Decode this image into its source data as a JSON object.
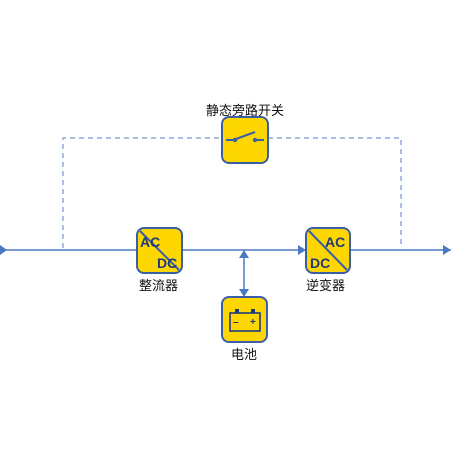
{
  "labels": {
    "bypass_switch": "静态旁路开关",
    "rectifier": "整流器",
    "inverter": "逆变器",
    "battery": "电池"
  },
  "rectifier_box": {
    "top_text": "AC",
    "bottom_text": "DC"
  },
  "inverter_box": {
    "top_text": "AC",
    "bottom_text": "DC"
  },
  "battery_box": {
    "minus": "–",
    "plus": "+"
  },
  "colors": {
    "line": "#4a78c4",
    "dashed_line": "#8eaadb",
    "box_fill": "#ffd700",
    "box_border": "#3a5ea8",
    "text": "#111111"
  }
}
